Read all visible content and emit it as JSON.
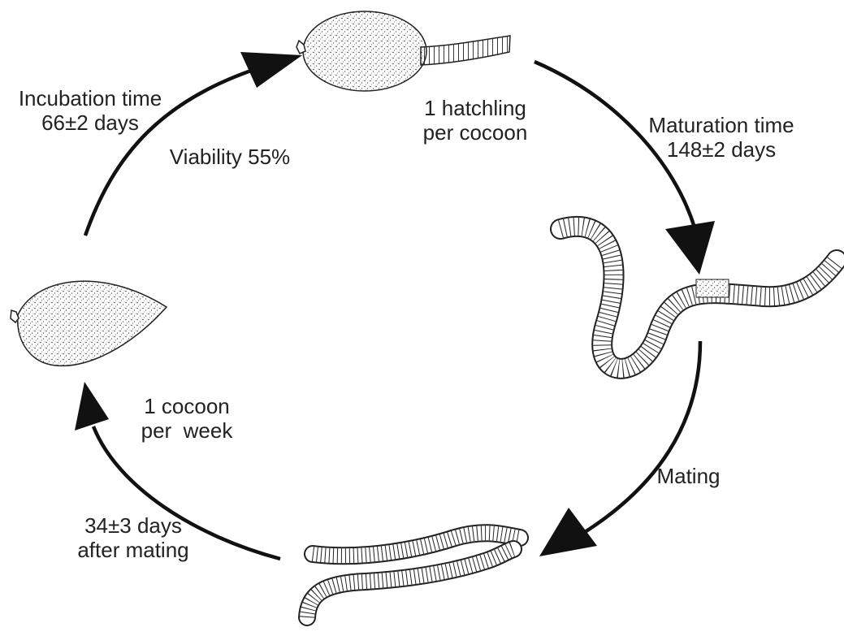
{
  "diagram": {
    "labels": {
      "incubation": [
        "Incubation time",
        "66±2 days"
      ],
      "viability": [
        "Viability 55%"
      ],
      "hatchling": [
        "1 hatchling",
        "per cocoon"
      ],
      "maturation": [
        "Maturation time",
        "148±2 days"
      ],
      "mating": [
        "Mating"
      ],
      "cocoon_rate": [
        "1 cocoon",
        "per  week"
      ],
      "after_mating": [
        "34±3 days",
        "after mating"
      ]
    },
    "colors": {
      "arrow": "#111111",
      "stipple": "#333333",
      "outline": "#222222"
    },
    "icons": [
      "cocoon-icon",
      "hatching-cocoon-icon",
      "adult-worm-icon",
      "mating-worms-icon"
    ]
  }
}
